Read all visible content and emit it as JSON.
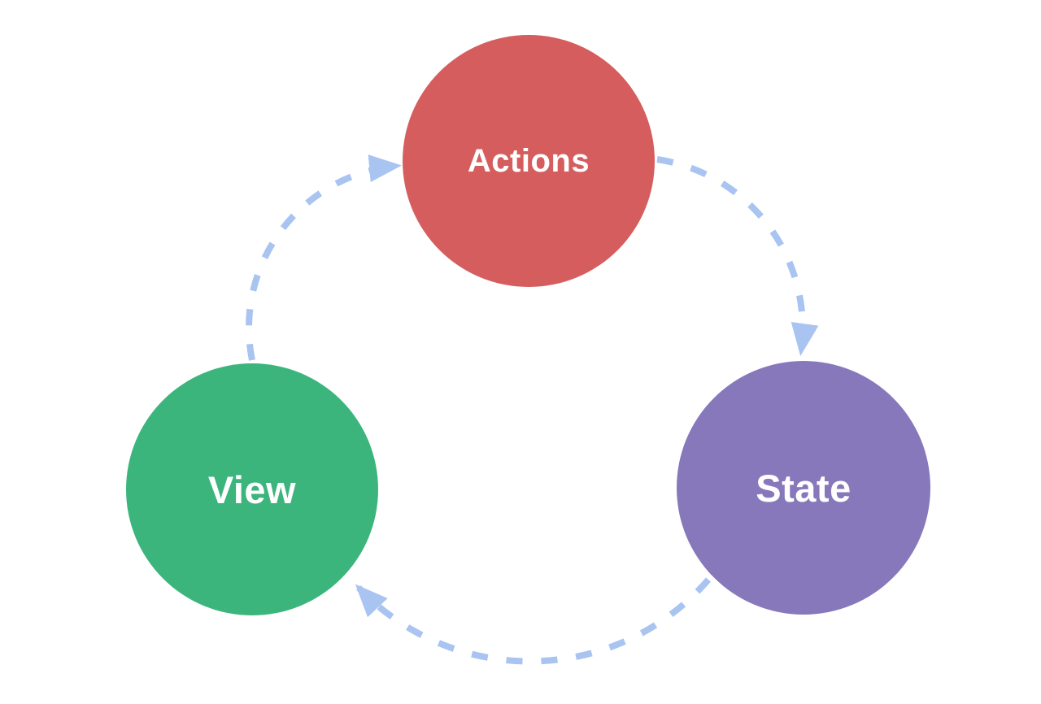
{
  "diagram": {
    "background_color": "#ffffff",
    "arrow_color": "#a9c4f1",
    "arrow_style": "dashed",
    "label_color": "#ffffff",
    "nodes": [
      {
        "id": "actions",
        "label": "Actions",
        "shape": "circle",
        "color": "#d65d5d",
        "position": "top-center"
      },
      {
        "id": "state",
        "label": "State",
        "shape": "circle",
        "color": "#8778bb",
        "position": "right"
      },
      {
        "id": "view",
        "label": "View",
        "shape": "circle",
        "color": "#3cb57d",
        "position": "left"
      }
    ],
    "edges": [
      {
        "from": "actions",
        "to": "state",
        "style": "dashed",
        "arrowhead": "filled-triangle"
      },
      {
        "from": "state",
        "to": "view",
        "style": "dashed",
        "arrowhead": "filled-triangle"
      },
      {
        "from": "view",
        "to": "actions",
        "style": "dashed",
        "arrowhead": "filled-triangle"
      }
    ]
  }
}
